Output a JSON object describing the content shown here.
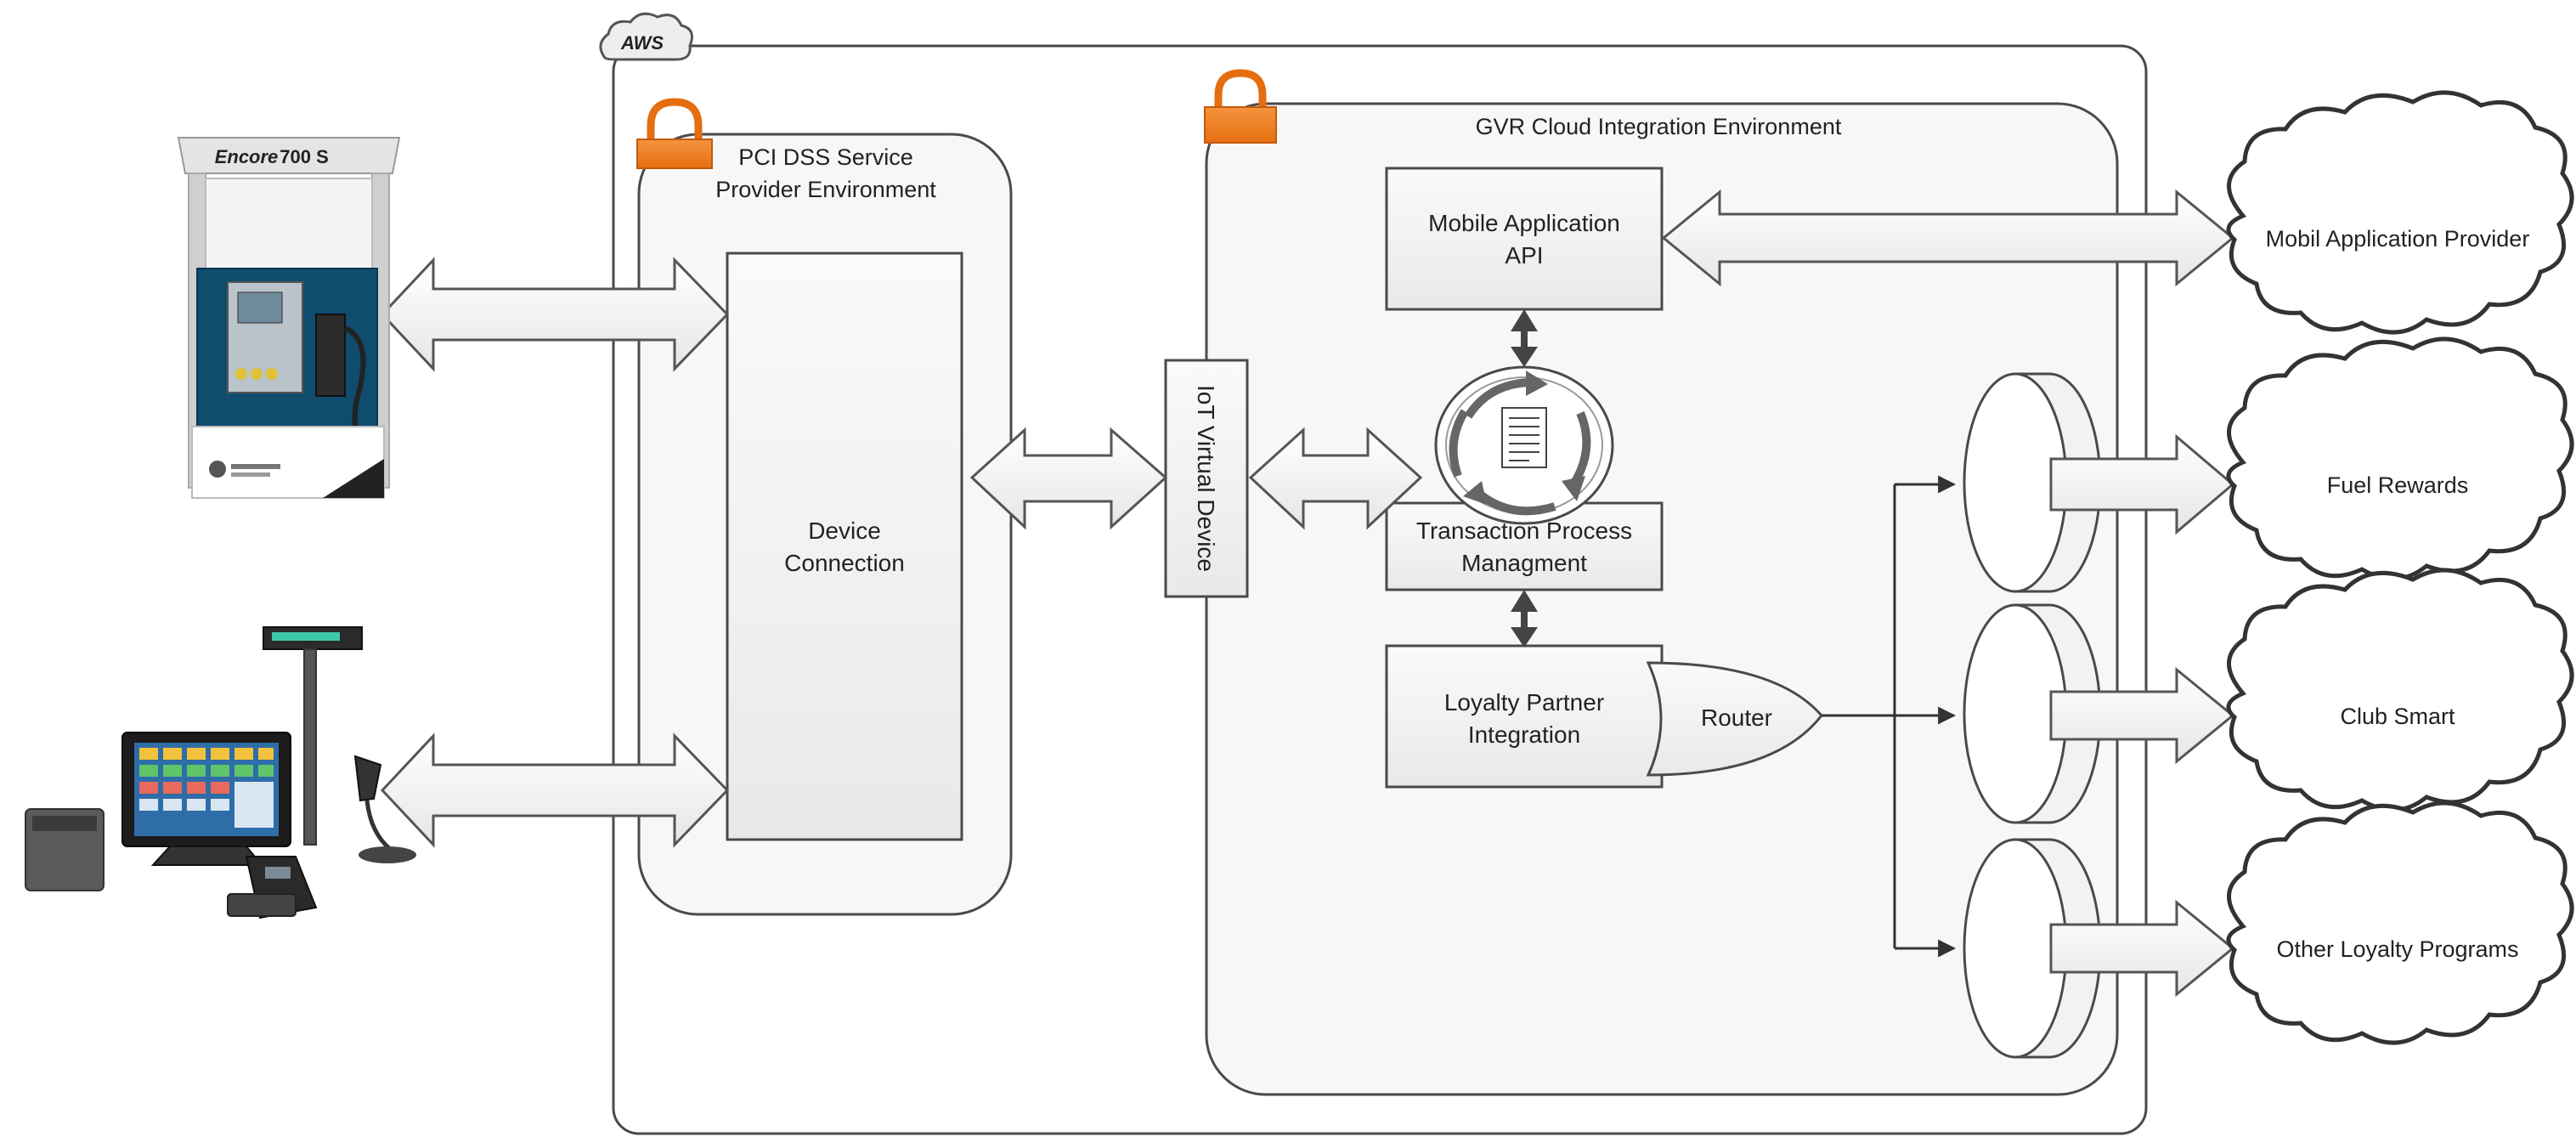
{
  "aws": {
    "badge": "AWS"
  },
  "pci": {
    "title_line1": "PCI DSS Service",
    "title_line2": "Provider Environment"
  },
  "device_connection": {
    "line1": "Device",
    "line2": "Connection"
  },
  "iot": {
    "label": "IoT Virtual Device"
  },
  "gvr": {
    "title": "GVR Cloud Integration Environment"
  },
  "mobile_api": {
    "line1": "Mobile Application",
    "line2": "API"
  },
  "tpm": {
    "line1": "Transaction Process",
    "line2": "Managment"
  },
  "loyalty": {
    "line1": "Loyalty Partner",
    "line2": "Integration"
  },
  "router": {
    "label": "Router"
  },
  "dispenser": {
    "brand": "Encore",
    "model": "700 S"
  },
  "clouds": {
    "mobile": "Mobil Application Provider",
    "fuel": "Fuel Rewards",
    "club": "Club Smart",
    "other": "Other Loyalty Programs"
  },
  "colors": {
    "lock": "#F07C1E",
    "stroke": "#4a4a4a",
    "container_fill": "#f7f7f7",
    "box_fill": "#f2f2f2"
  },
  "icons": [
    "padlock-icon",
    "aws-cloud-icon",
    "fuel-dispenser-icon",
    "pos-terminal-icon",
    "process-cycle-icon",
    "router-gate-icon",
    "cylinder-icon"
  ]
}
